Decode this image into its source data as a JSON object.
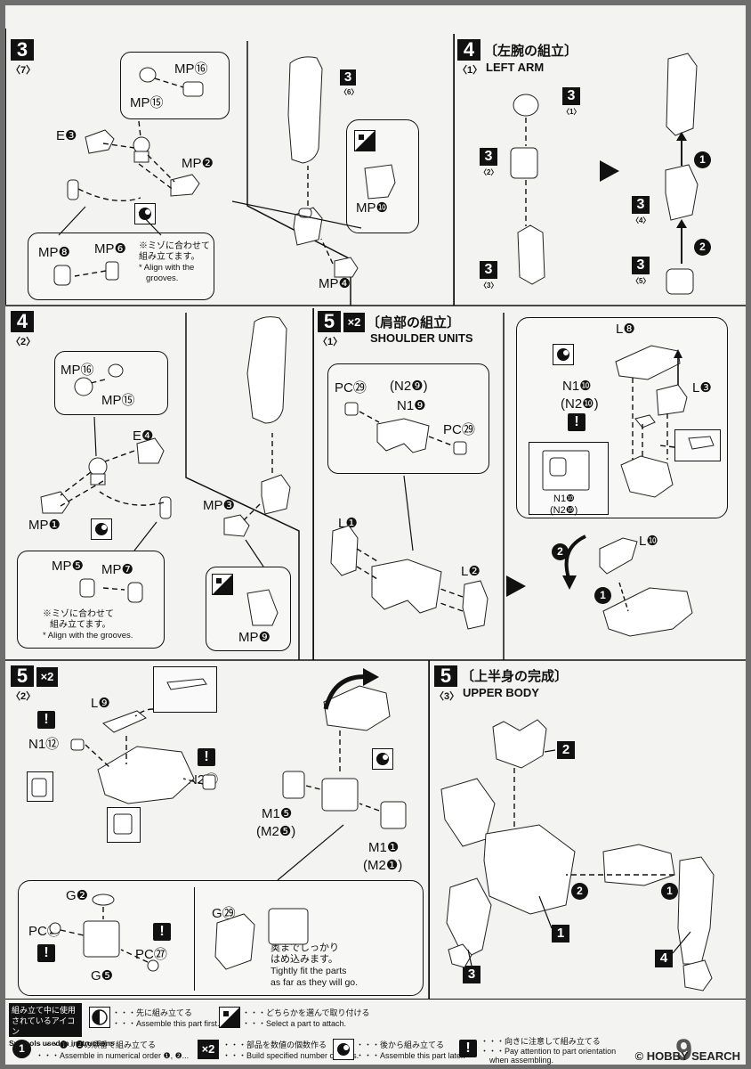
{
  "labels": {
    "mp16_a": "MP⑯",
    "mp15_a": "MP⑮",
    "e3": "E❸",
    "mp2": "MP❷",
    "mp8": "MP❽",
    "mp6": "MP❻",
    "mp10": "MP❿",
    "mp4": "MP❹",
    "mp16_b": "MP⑯",
    "mp15_b": "MP⑮",
    "e4": "E❹",
    "mp1": "MP❶",
    "mp5": "MP❺",
    "mp7": "MP❼",
    "mp3": "MP❸",
    "mp9": "MP❾",
    "pc29_a": "PC㉙",
    "n29": "(N2❾)",
    "n19": "N1❾",
    "pc29_b": "PC㉙",
    "l1": "L❶",
    "l2": "L❷",
    "l8": "L❽",
    "l3": "L❸",
    "n110_a": "N1❿",
    "n210_a": "(N2❿)",
    "n110_b": "N1❿",
    "n210_b": "(N2❿)",
    "l10": "L❿",
    "l9": "L❾",
    "n112": "N1⑫",
    "n212": "N2⑫",
    "m15": "M1❺",
    "m25": "(M2❺)",
    "m11": "M1❶",
    "m21": "(M2❶)",
    "g2": "G❷",
    "pc27_a": "PC㉗",
    "pc27_b": "PC㉗",
    "g5": "G❺",
    "g29": "G㉙"
  },
  "steps": {
    "s3": {
      "num": "3",
      "sub": "〈7〉"
    },
    "s4a": {
      "num": "4",
      "sub": "〈1〉",
      "title_jp": "〔左腕の組立〕",
      "title_en": "LEFT ARM"
    },
    "s4b": {
      "num": "4",
      "sub": "〈2〉"
    },
    "s5a": {
      "num": "5",
      "sub": "〈1〉",
      "x2": "×2",
      "title_jp": "〔肩部の組立〕",
      "title_en": "SHOULDER UNITS"
    },
    "s5b": {
      "num": "5",
      "sub": "〈2〉",
      "x2": "×2"
    },
    "s5c": {
      "num": "5",
      "sub": "〈3〉",
      "title_jp": "〔上半身の完成〕",
      "title_en": "UPPER BODY"
    }
  },
  "refs": {
    "r3_6": {
      "num": "3",
      "sub": "〈6〉"
    },
    "r3_1": {
      "num": "3",
      "sub": "〈1〉"
    },
    "r3_2": {
      "num": "3",
      "sub": "〈2〉"
    },
    "r3_3": {
      "num": "3",
      "sub": "〈3〉"
    },
    "r3_4": {
      "num": "3",
      "sub": "〈4〉"
    },
    "r3_5": {
      "num": "3",
      "sub": "〈5〉"
    }
  },
  "notes": {
    "groove_jp_a": "※ミゾに合わせて",
    "groove_jp2_a": "組み立てます。",
    "groove_en_a": "* Align with the",
    "groove_en2_a": "grooves.",
    "groove_jp_b": "※ミゾに合わせて",
    "groove_jp2_b": "組み立てます。",
    "groove_en_b": "* Align with the grooves.",
    "tight_jp": "奥までしっかり",
    "tight_jp2": "はめ込みます。",
    "tight_en": "Tightly fit the parts",
    "tight_en2": "as far as they will go."
  },
  "assembly": {
    "c1": "1",
    "c2": "2",
    "c3": "1",
    "c4": "2",
    "c5": "1",
    "c6": "2",
    "sq1": "1",
    "sq2": "2",
    "sq3": "3",
    "sq4": "4"
  },
  "legend": {
    "title1": "組み立て中に使用",
    "title2": "されているアイコン",
    "title3": "Symbols used in instructions",
    "first_jp": "・・・先に組み立てる",
    "first_en": "・・・Assemble this part first.",
    "choose_jp": "・・・どちらかを選んで取り付ける",
    "choose_en": "・・・Select a part to attach.",
    "order_jp": "・・・❶→❷の順番で組み立てる",
    "order_en": "・・・Assemble in numerical order ❶, ❷...",
    "x2_label": "×2",
    "count_jp": "・・・部品を数値の個数作る",
    "count_en": "・・・Build specified number of parts.",
    "later_jp": "・・・後から組み立てる",
    "later_en": "・・・Assemble this part later.",
    "orient_jp": "・・・向きに注意して組み立てる",
    "orient_en": "・・・Pay attention to part orientation",
    "orient_en2": "when assembling.",
    "order_icon": "1",
    "excl_icon": "!"
  },
  "footer": {
    "watermark": "© HOBBY SEARCH",
    "page_number": "9"
  }
}
